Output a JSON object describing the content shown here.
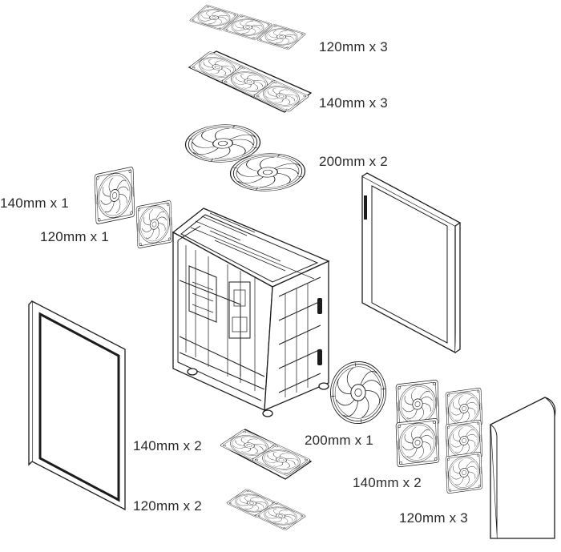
{
  "labels": {
    "top_120": "120mm x 3",
    "top_140": "140mm x 3",
    "top_200": "200mm x 2",
    "rear_140": "140mm x 1",
    "rear_120": "120mm x 1",
    "side_200": "200mm x 1",
    "bottom_140": "140mm x 2",
    "bottom_120": "120mm x 2",
    "front_140": "140mm x 2",
    "front_120": "120mm x 3"
  },
  "colors": {
    "line": "#1c1c1c",
    "text": "#2a2a2a",
    "background": "#ffffff"
  }
}
